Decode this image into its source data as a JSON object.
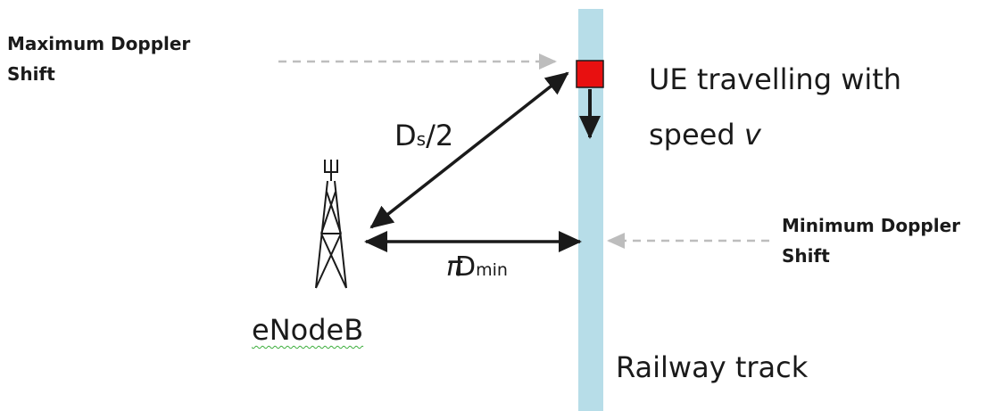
{
  "labels": {
    "max_doppler_line1": "Maximum Doppler",
    "max_doppler_line2": "Shift",
    "min_doppler_line1": "Minimum Doppler",
    "min_doppler_line2": "Shift",
    "ue_line1": "UE travelling with",
    "ue_line2_prefix": "speed ",
    "ue_line2_var": "v",
    "ds_main": "D",
    "ds_sub": "s",
    "ds_suffix": "/2",
    "dmin_pi": "π",
    "dmin_main": "D",
    "dmin_sub": "min",
    "enodeb": "eNodeB",
    "railway": "Railway track"
  },
  "colors": {
    "track": "#b7dde8",
    "ue": "#e81010",
    "ink": "#1a1a1a",
    "dashed": "#bdbdbd",
    "spellcheck": "#3cae3c"
  },
  "icons": {
    "tower": "cell-tower-icon",
    "ue": "ue-square-icon"
  }
}
